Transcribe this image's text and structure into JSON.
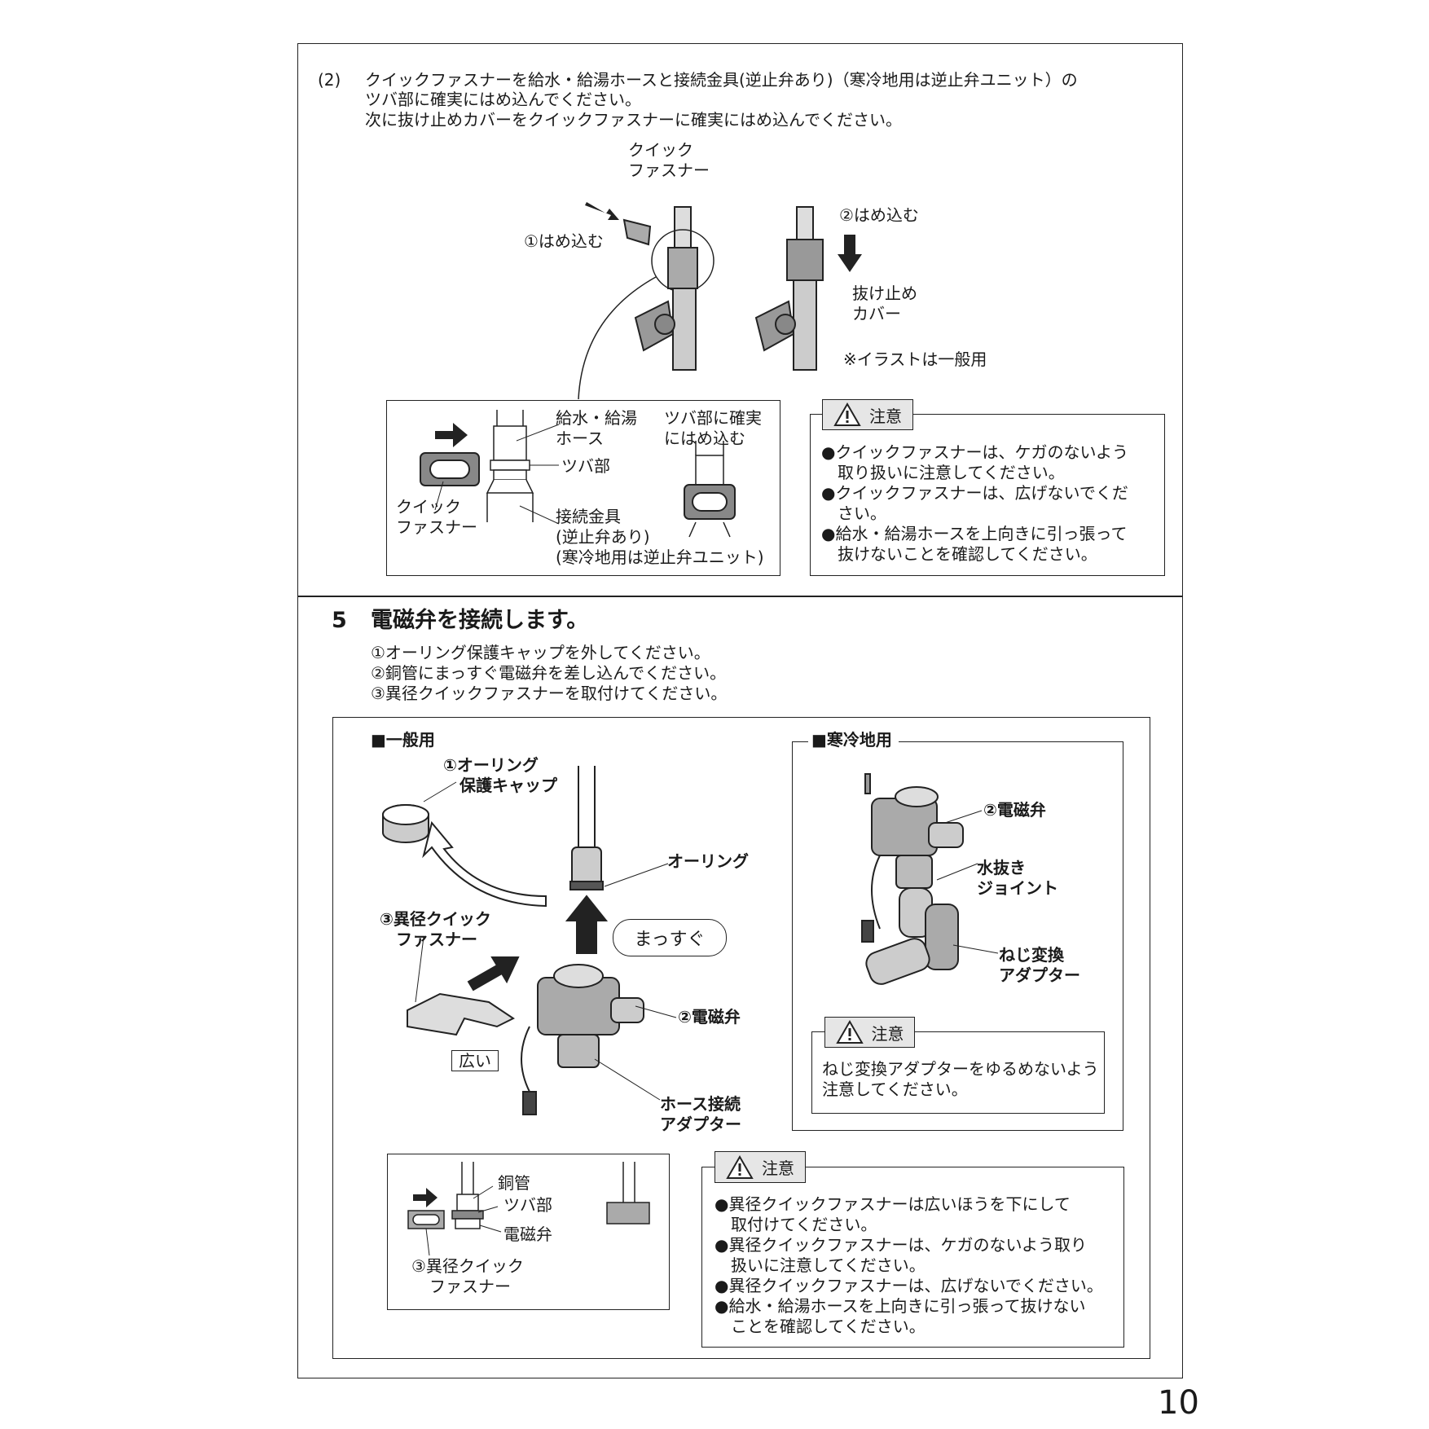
{
  "step2": {
    "number": "(2)",
    "lines": [
      "クイックファスナーを給水・給湯ホースと接続金具(逆止弁あり)（寒冷地用は逆止弁ユニット）の",
      "ツバ部に確実にはめ込んでください。",
      "次に抜け止めカバーをクイックファスナーに確実にはめ込んでください。"
    ],
    "figure": {
      "quick_fastener": [
        "クイック",
        "ファスナー"
      ],
      "insert_1": "①はめ込む",
      "insert_2": "②はめ込む",
      "stopper_cover": [
        "抜け止め",
        "カバー"
      ],
      "note": "※イラストは一般用"
    },
    "detail": {
      "hose": [
        "給水・給湯",
        "ホース"
      ],
      "insert_firmly": [
        "ツバ部に確実",
        "にはめ込む"
      ],
      "flange": "ツバ部",
      "quick_fastener": [
        "クイック",
        "ファスナー"
      ],
      "fitting": [
        "接続金具",
        "(逆止弁あり)",
        "(寒冷地用は逆止弁ユニット)"
      ]
    },
    "caution": {
      "title": "注意",
      "lines": [
        "●クイックファスナーは、ケガのないよう",
        "　取り扱いに注意してください。",
        "●クイックファスナーは、広げないでくだ",
        "　さい。",
        "●給水・給湯ホースを上向きに引っ張って",
        "　抜けないことを確認してください。"
      ]
    }
  },
  "step5": {
    "number": "5",
    "title": "電磁弁を接続します。",
    "steps": [
      "①オーリング保護キャップを外してください。",
      "②銅管にまっすぐ電磁弁を差し込んでください。",
      "③異径クイックファスナーを取付けてください。"
    ],
    "general": {
      "title": "■一般用",
      "cap": [
        "①オーリング",
        "保護キャップ"
      ],
      "oring": "オーリング",
      "fastener": [
        "③異径クイック",
        "ファスナー"
      ],
      "straight": "まっすぐ",
      "valve": "②電磁弁",
      "wide": "広い",
      "adapter": [
        "ホース接続",
        "アダプター"
      ]
    },
    "cold": {
      "title": "■寒冷地用",
      "valve": "②電磁弁",
      "drain": [
        "水抜き",
        "ジョイント"
      ],
      "adapter": [
        "ねじ変換",
        "アダプター"
      ],
      "caution": {
        "title": "注意",
        "lines": [
          "ねじ変換アダプターをゆるめないよう",
          "注意してください。"
        ]
      }
    },
    "detail": {
      "copper": "銅管",
      "flange": "ツバ部",
      "valve": "電磁弁",
      "fastener": [
        "③異径クイック",
        "ファスナー"
      ]
    },
    "caution": {
      "title": "注意",
      "lines": [
        "●異径クイックファスナーは広いほうを下にして",
        "　取付けてください。",
        "●異径クイックファスナーは、ケガのないよう取り",
        "　扱いに注意してください。",
        "●異径クイックファスナーは、広げないでください。",
        "●給水・給湯ホースを上向きに引っ張って抜けない",
        "　ことを確認してください。"
      ]
    }
  },
  "page_number": "10"
}
